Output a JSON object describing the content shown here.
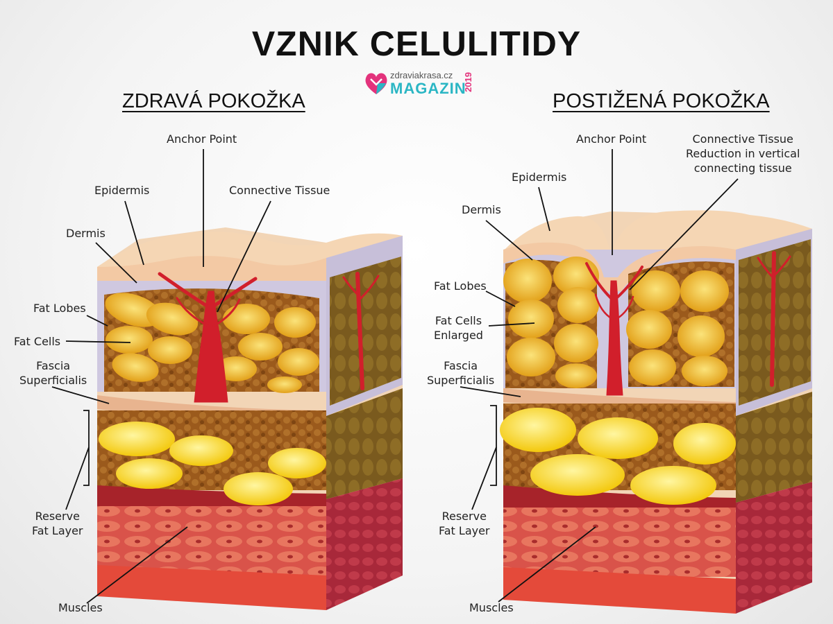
{
  "title": "VZNIK CELULITIDY",
  "logo": {
    "domain": "zdraviakrasa.cz",
    "magazine": "MAGAZIN",
    "year": "2019",
    "colors": {
      "pink": "#e3337c",
      "teal": "#2bb6c4"
    }
  },
  "left": {
    "heading": "ZDRAVÁ POKOŽKA",
    "labels": {
      "anchor_point": "Anchor Point",
      "connective_tissue": "Connective Tissue",
      "epidermis": "Epidermis",
      "dermis": "Dermis",
      "fat_lobes": "Fat Lobes",
      "fat_cells": "Fat Cells",
      "fascia": "Fascia\nSuperficialis",
      "reserve": "Reserve\nFat Layer",
      "muscles": "Muscles"
    }
  },
  "right": {
    "heading": "POSTIŽENÁ POKOŽKA",
    "labels": {
      "anchor_point": "Anchor Point",
      "connective_tissue": "Connective Tissue\nReduction in vertical\nconnecting tissue",
      "epidermis": "Epidermis",
      "dermis": "Dermis",
      "fat_lobes": "Fat Lobes",
      "fat_cells": "Fat Cells\nEnlarged",
      "fascia": "Fascia\nSuperficialis",
      "reserve": "Reserve\nFat Layer",
      "muscles": "Muscles"
    }
  }
}
